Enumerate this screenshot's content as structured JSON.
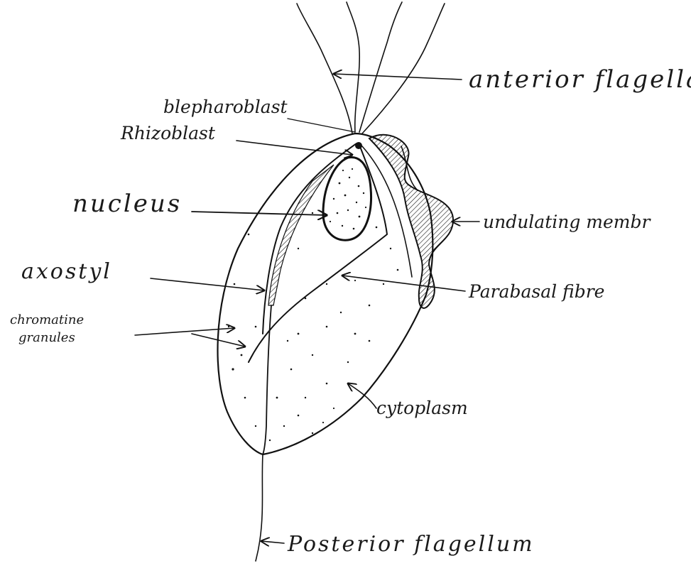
{
  "labels": {
    "anterior_flagella": "anterior flagella",
    "blepharoblast": "blepharoblast",
    "rhizoblast": "Rhizoblast",
    "nucleus": "nucleus",
    "undulating_membrane": "undulating membr",
    "axostyl": "axostyl",
    "parabasal_fibre": "Parabasal fibre",
    "chromatine_granules_line1": "chromatine",
    "chromatine_granules_line2": "granules",
    "cytoplasm": "cytoplasm",
    "posterior_flagellum": "Posterior flagellum"
  },
  "colors": {
    "ink": "#111111",
    "background": "#ffffff"
  }
}
